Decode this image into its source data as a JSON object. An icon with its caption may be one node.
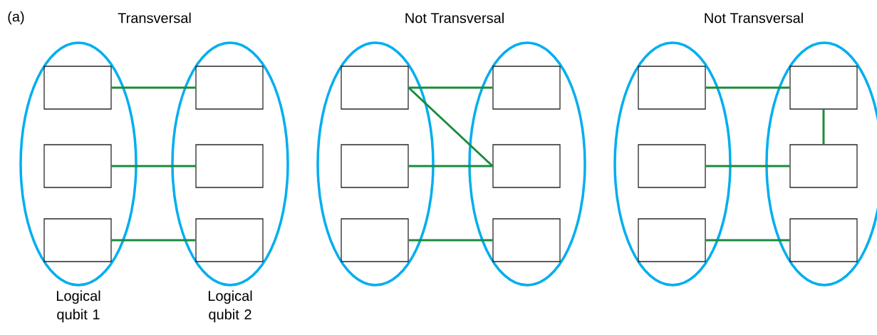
{
  "diagram": {
    "nodes": [
      {
        "text": [],
        "shape": "ellipse",
        "beside": [
          "Logical qubit 1"
        ]
      },
      {
        "text": [],
        "shape": "box",
        "in": 0
      },
      {
        "text": [],
        "shape": "box",
        "in": 0
      },
      {
        "text": [],
        "shape": "box",
        "in": 0
      },
      {
        "text": [],
        "shape": "ellipse",
        "beside": [
          "Logical qubit 2"
        ]
      },
      {
        "text": [],
        "shape": "box",
        "in": 4
      },
      {
        "text": [],
        "shape": "box",
        "in": 4
      },
      {
        "text": [],
        "shape": "box",
        "in": 4
      },
      {
        "text": [],
        "shape": "ellipse"
      },
      {
        "text": [],
        "shape": "box",
        "in": 8
      },
      {
        "text": [],
        "shape": "box",
        "in": 8
      },
      {
        "text": [],
        "shape": "box",
        "in": 8
      },
      {
        "text": [],
        "shape": "ellipse"
      },
      {
        "text": [],
        "shape": "box",
        "in": 12
      },
      {
        "text": [],
        "shape": "box",
        "in": 12
      },
      {
        "text": [],
        "shape": "box",
        "in": 12
      },
      {
        "text": [],
        "shape": "ellipse"
      },
      {
        "text": [],
        "shape": "box",
        "in": 16
      },
      {
        "text": [],
        "shape": "box",
        "in": 16
      },
      {
        "text": [],
        "shape": "box",
        "in": 16
      },
      {
        "text": [],
        "shape": "ellipse"
      },
      {
        "text": [],
        "shape": "box",
        "in": 20
      },
      {
        "text": [],
        "shape": "box",
        "in": 20
      },
      {
        "text": [],
        "shape": "box",
        "in": 20
      }
    ],
    "edges": [
      {
        "from": 1,
        "to": 5,
        "arrow": "none"
      },
      {
        "from": 2,
        "to": 6,
        "arrow": "none"
      },
      {
        "from": 3,
        "to": 7,
        "arrow": "none"
      },
      {
        "from": 9,
        "to": 13,
        "arrow": "none"
      },
      {
        "from": 9,
        "to": 14,
        "arrow": "none"
      },
      {
        "from": 10,
        "to": 14,
        "arrow": "none"
      },
      {
        "from": 11,
        "to": 15,
        "arrow": "none"
      },
      {
        "from": 17,
        "to": 21,
        "arrow": "none"
      },
      {
        "from": 18,
        "to": 22,
        "arrow": "none"
      },
      {
        "from": 19,
        "to": 23,
        "arrow": "none"
      },
      {
        "from": 21,
        "to": 22,
        "arrow": "none"
      }
    ],
    "labels": [
      "(a)",
      "Transversal",
      "Not Transversal",
      "Not Transversal"
    ]
  }
}
